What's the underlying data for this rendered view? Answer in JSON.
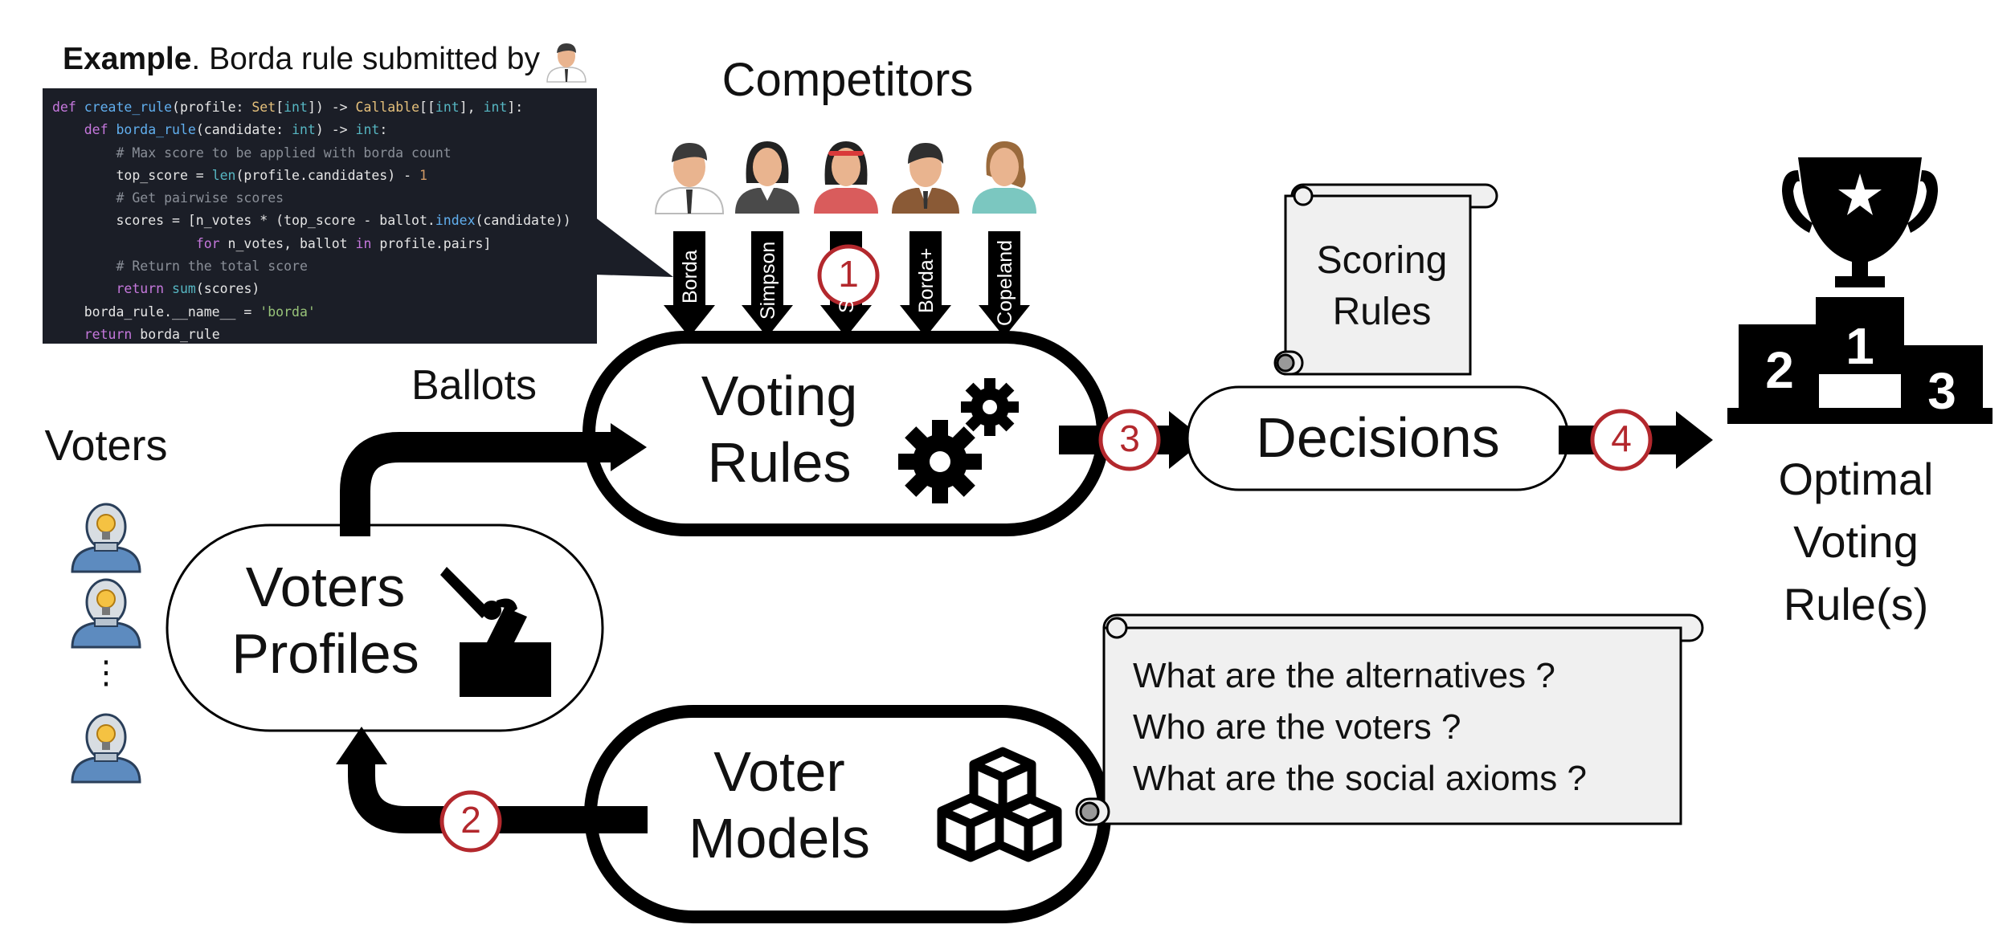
{
  "example": {
    "bold": "Example",
    "text": ". Borda rule submitted by"
  },
  "code": [
    [
      [
        "kw",
        "def "
      ],
      [
        "fn",
        "create_rule"
      ],
      [
        "",
        "(profile: "
      ],
      [
        "ty",
        "Set"
      ],
      [
        "",
        "["
      ],
      [
        "bi",
        "int"
      ],
      [
        "",
        "]) -> "
      ],
      [
        "ty",
        "Callable"
      ],
      [
        "",
        "[["
      ],
      [
        "bi",
        "int"
      ],
      [
        "",
        "], "
      ],
      [
        "bi",
        "int"
      ],
      [
        "",
        "]:"
      ]
    ],
    [
      [
        "",
        "    "
      ],
      [
        "kw",
        "def "
      ],
      [
        "fn",
        "borda_rule"
      ],
      [
        "",
        "(candidate: "
      ],
      [
        "bi",
        "int"
      ],
      [
        "",
        ") -> "
      ],
      [
        "bi",
        "int"
      ],
      [
        "",
        ":"
      ]
    ],
    [
      [
        "",
        "        "
      ],
      [
        "cm",
        "# Max score to be applied with borda count"
      ]
    ],
    [
      [
        "",
        "        top_score = "
      ],
      [
        "bi",
        "len"
      ],
      [
        "",
        "(profile.candidates) - "
      ],
      [
        "nm",
        "1"
      ]
    ],
    [
      [
        "",
        "        "
      ],
      [
        "cm",
        "# Get pairwise scores"
      ]
    ],
    [
      [
        "",
        "        scores = [n_votes * (top_score - ballot."
      ],
      [
        "fn",
        "index"
      ],
      [
        "",
        "(candidate))"
      ]
    ],
    [
      [
        "",
        "                  "
      ],
      [
        "kw",
        "for"
      ],
      [
        "",
        " n_votes, ballot "
      ],
      [
        "kw",
        "in"
      ],
      [
        "",
        " profile.pairs]"
      ]
    ],
    [
      [
        "",
        "        "
      ],
      [
        "cm",
        "# Return the total score"
      ]
    ],
    [
      [
        "",
        "        "
      ],
      [
        "kw",
        "return "
      ],
      [
        "bi",
        "sum"
      ],
      [
        "",
        "(scores)"
      ]
    ],
    [
      [
        "",
        "    borda_rule.__name__ = "
      ],
      [
        "st",
        "'borda'"
      ]
    ],
    [
      [
        "",
        "    "
      ],
      [
        "kw",
        "return"
      ],
      [
        "",
        " borda_rule"
      ]
    ]
  ],
  "competitors": {
    "title": "Competitors",
    "rules": [
      "Borda",
      "Simpson",
      "S",
      "Borda+",
      "Copeland"
    ]
  },
  "voting_rules": {
    "line1": "Voting",
    "line2": "Rules",
    "icon": "gears-icon"
  },
  "ballots": "Ballots",
  "voters": {
    "label": "Voters",
    "ellipsis": "⋮"
  },
  "voters_profiles": {
    "line1": "Voters",
    "line2": "Profiles",
    "icon": "ballot-box-icon"
  },
  "voter_models": {
    "line1": "Voter",
    "line2": "Models",
    "icon": "cubes-icon"
  },
  "scoring_rules": {
    "line1": "Scoring",
    "line2": "Rules"
  },
  "decisions": "Decisions",
  "optimal": {
    "line1": "Optimal",
    "line2": "Voting",
    "line3": "Rule(s)"
  },
  "podium": {
    "first": "1",
    "second": "2",
    "third": "3",
    "icon": "trophy-podium-icon"
  },
  "steps": [
    "1",
    "2",
    "3",
    "4"
  ],
  "questions": [
    "What are the alternatives ?",
    "Who are the voters ?",
    "What are the social axioms ?"
  ],
  "colors": {
    "step": "#b3282d",
    "black": "#000000",
    "code_bg": "#1b1e27",
    "scroll_fill": "#f0f0f0"
  }
}
